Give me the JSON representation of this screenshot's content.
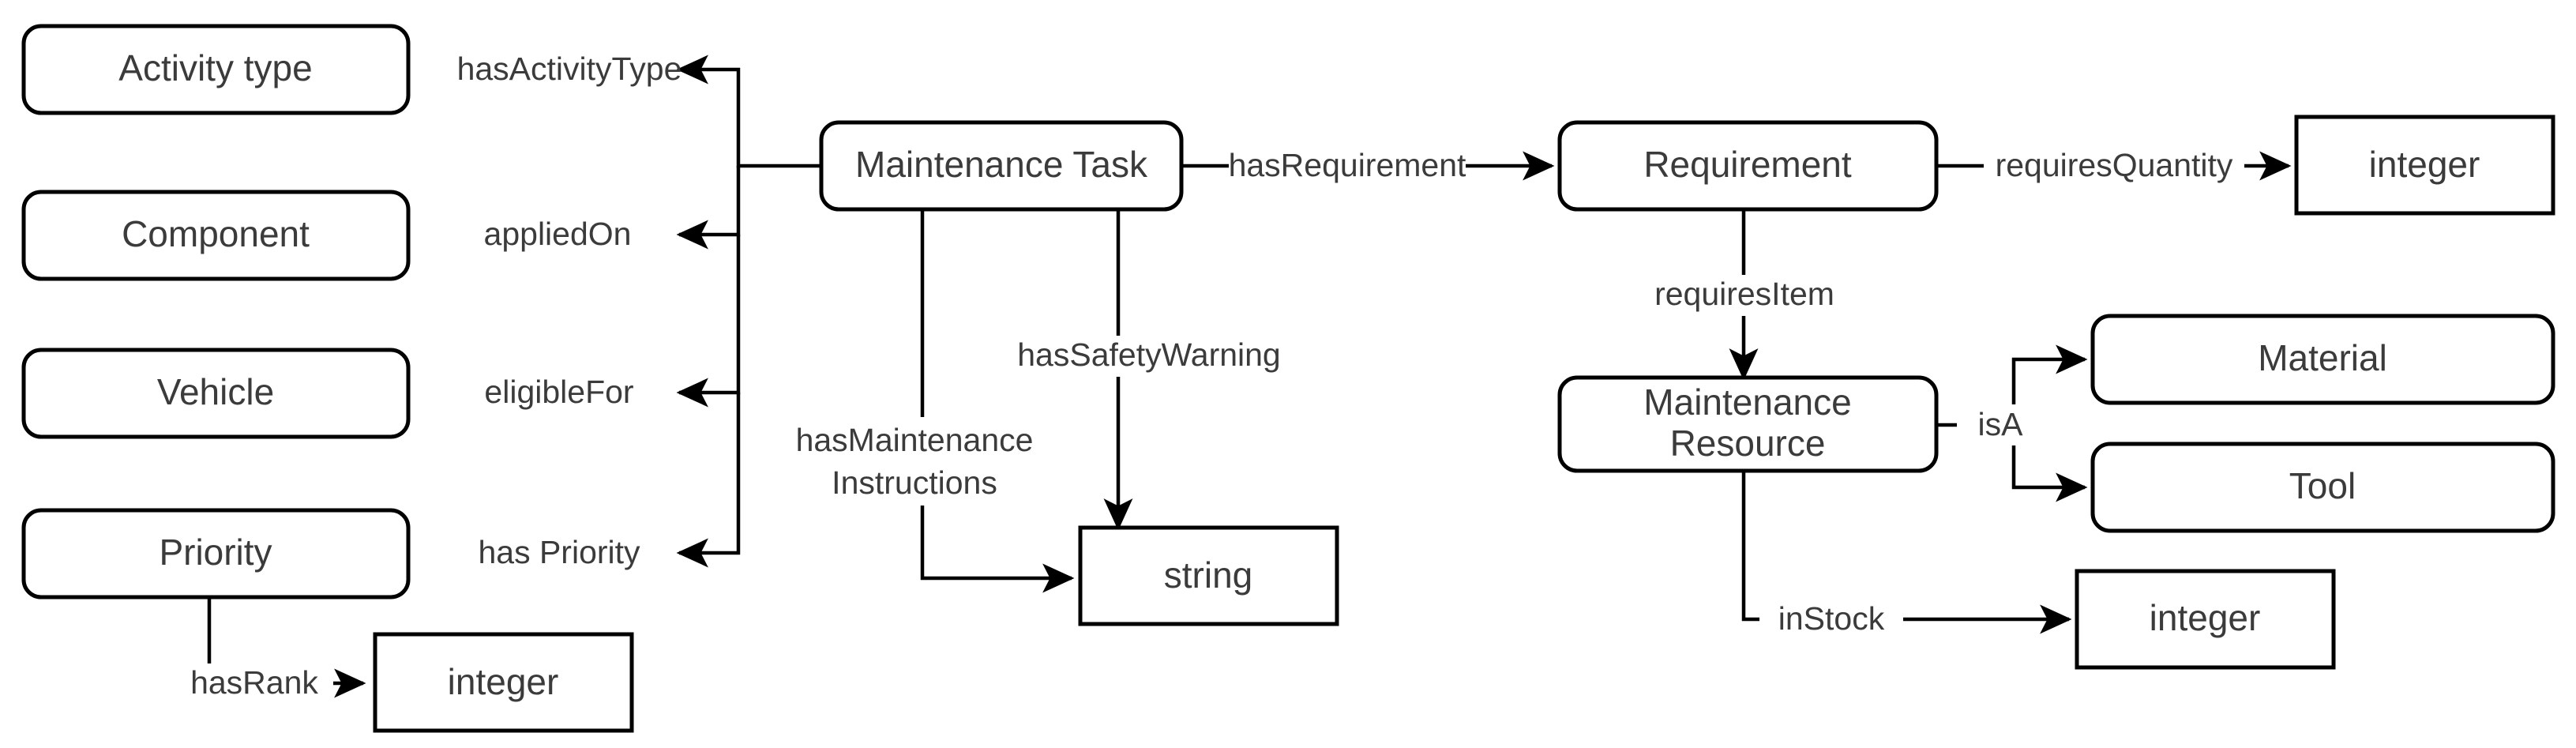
{
  "diagram": {
    "type": "ontology-class-diagram",
    "background_color": "#ffffff",
    "node_stroke_color": "#000000",
    "node_fill_color": "#ffffff",
    "text_color": "#3b3b3b",
    "nodes": [
      {
        "id": "activity_type",
        "label": "Activity type",
        "shape": "rounded-rect"
      },
      {
        "id": "component",
        "label": "Component",
        "shape": "rounded-rect"
      },
      {
        "id": "vehicle",
        "label": "Vehicle",
        "shape": "rounded-rect"
      },
      {
        "id": "priority",
        "label": "Priority",
        "shape": "rounded-rect"
      },
      {
        "id": "integer_rank",
        "label": "integer",
        "shape": "rect"
      },
      {
        "id": "maintenance_task",
        "label": "Maintenance Task",
        "shape": "rounded-rect"
      },
      {
        "id": "string_value",
        "label": "string",
        "shape": "rect"
      },
      {
        "id": "requirement",
        "label": "Requirement",
        "shape": "rounded-rect"
      },
      {
        "id": "integer_quantity",
        "label": "integer",
        "shape": "rect"
      },
      {
        "id": "maintenance_resource",
        "label": "Maintenance Resource",
        "label_line1": "Maintenance",
        "label_line2": "Resource",
        "shape": "rounded-rect"
      },
      {
        "id": "material",
        "label": "Material",
        "shape": "rounded-rect"
      },
      {
        "id": "tool",
        "label": "Tool",
        "shape": "rounded-rect"
      },
      {
        "id": "integer_stock",
        "label": "integer",
        "shape": "rect"
      }
    ],
    "edges": [
      {
        "id": "e_has_activity_type",
        "label": "hasActivityType",
        "from": "maintenance_task",
        "to": "activity_type"
      },
      {
        "id": "e_applied_on",
        "label": "appliedOn",
        "from": "maintenance_task",
        "to": "component"
      },
      {
        "id": "e_eligible_for",
        "label": "eligibleFor",
        "from": "maintenance_task",
        "to": "vehicle"
      },
      {
        "id": "e_has_priority",
        "label": "has Priority",
        "from": "maintenance_task",
        "to": "priority"
      },
      {
        "id": "e_has_rank",
        "label": "hasRank",
        "from": "priority",
        "to": "integer_rank"
      },
      {
        "id": "e_has_maint_instr",
        "label": "hasMaintenance Instructions",
        "label_line1": "hasMaintenance",
        "label_line2": "Instructions",
        "from": "maintenance_task",
        "to": "string_value"
      },
      {
        "id": "e_has_safety_warning",
        "label": "hasSafetyWarning",
        "from": "maintenance_task",
        "to": "string_value"
      },
      {
        "id": "e_has_requirement",
        "label": "hasRequirement",
        "from": "maintenance_task",
        "to": "requirement"
      },
      {
        "id": "e_requires_quantity",
        "label": "requiresQuantity",
        "from": "requirement",
        "to": "integer_quantity"
      },
      {
        "id": "e_requires_item",
        "label": "requiresItem",
        "from": "requirement",
        "to": "maintenance_resource"
      },
      {
        "id": "e_is_a",
        "label": "isA",
        "from": "maintenance_resource",
        "to": "material"
      },
      {
        "id": "e_is_a_tool",
        "label": "isA",
        "from": "maintenance_resource",
        "to": "tool"
      },
      {
        "id": "e_in_stock",
        "label": "inStock",
        "from": "maintenance_resource",
        "to": "integer_stock"
      }
    ]
  }
}
